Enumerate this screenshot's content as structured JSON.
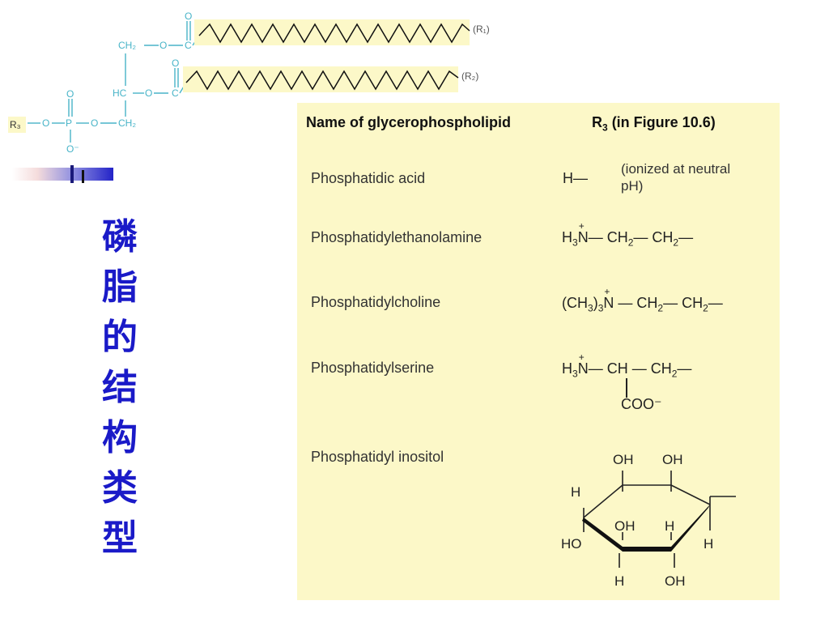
{
  "structure": {
    "labels": {
      "o_top": "O",
      "ch2_top": "CH₂",
      "o_ester1": "O",
      "c_ester1": "C",
      "r1": "(R₁)",
      "o_mid": "O",
      "hc": "HC",
      "o_ester2": "O",
      "c_ester2": "C",
      "r2": "(R₂)",
      "r3": "R₃",
      "o_r3": "O",
      "p": "P",
      "o_p_top": "O",
      "o_p_bottom": "O⁻",
      "o_p_right": "O",
      "ch2_bottom": "CH₂"
    }
  },
  "title": [
    "磷",
    "脂",
    "的",
    "结",
    "构",
    "类",
    "型"
  ],
  "table": {
    "header_name": "Name of glycerophospholipid",
    "header_r3": "R",
    "header_r3_sub": "3",
    "header_r3_suffix": " (in Figure 10.6)",
    "rows": [
      {
        "name": "Phosphatidic acid",
        "formula": "H—",
        "note": "(ionized at neutral pH)"
      },
      {
        "name": "Phosphatidylethanolamine"
      },
      {
        "name": "Phosphatidylcholine"
      },
      {
        "name": "Phosphatidylserine"
      },
      {
        "name": "Phosphatidyl inositol"
      }
    ],
    "formulas": {
      "pe": {
        "h3": "H",
        "sub3": "3",
        "n": "N",
        "plus": "+",
        "rest": "— CH",
        "sub2a": "2",
        "rest2": "— CH",
        "sub2b": "2",
        "tail": "—"
      },
      "pc": {
        "pre": "(CH",
        "sub3": "3",
        "post": ")",
        "sub3b": "3",
        "n": "N",
        "plus": "+",
        "rest": " — CH",
        "sub2a": "2",
        "rest2": "— CH",
        "sub2b": "2",
        "tail": "—"
      },
      "ps": {
        "h3": "H",
        "sub3": "3",
        "n": "N",
        "plus": "+",
        "rest": "— CH — CH",
        "sub2": "2",
        "tail": "—",
        "coo": "COO⁻"
      },
      "pi": {
        "oh1": "OH",
        "oh2": "OH",
        "h_left": "H",
        "oh_mid": "OH",
        "h_mid": "H",
        "ho_left": "HO",
        "h_right": "H",
        "h_bottom": "H",
        "oh_bottom": "OH"
      }
    }
  },
  "colors": {
    "structure": "#48b4c8",
    "title": "#1a1ac8",
    "panel": "#fcf8c8"
  }
}
